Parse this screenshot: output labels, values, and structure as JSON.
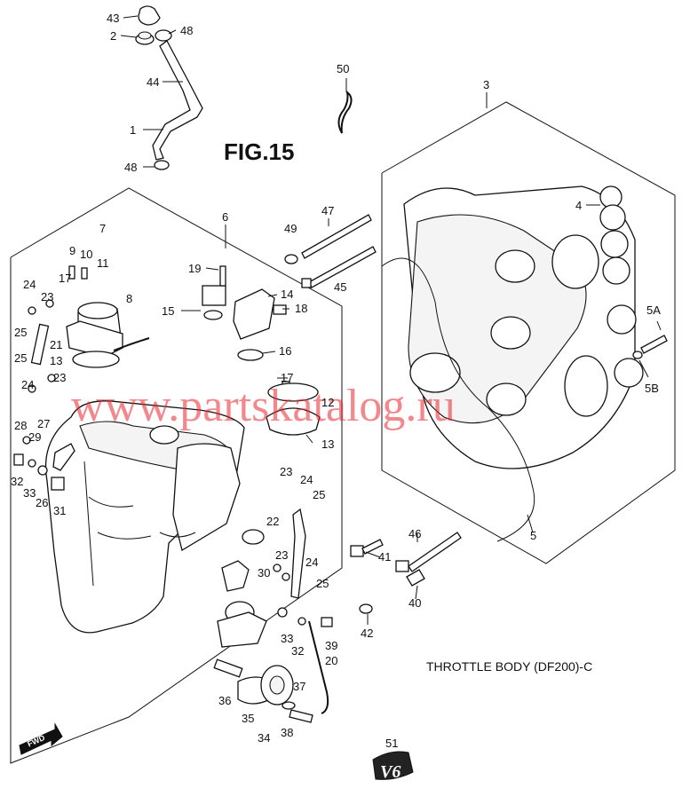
{
  "figure": {
    "title": "FIG.15",
    "caption": "THROTTLE BODY (DF200)-C",
    "watermark": "www.partskatalog.ru",
    "fwd_label": "FWD",
    "badge_label": "V6"
  },
  "callouts": {
    "c1": "1",
    "c2": "2",
    "c3": "3",
    "c4": "4",
    "c5": "5",
    "c5a": "5A",
    "c5b": "5B",
    "c6": "6",
    "c7": "7",
    "c8": "8",
    "c9": "9",
    "c10": "10",
    "c11": "11",
    "c12": "12",
    "c13a": "13",
    "c13b": "13",
    "c14": "14",
    "c15": "15",
    "c16": "16",
    "c17a": "17",
    "c17b": "17",
    "c18": "18",
    "c19": "19",
    "c20": "20",
    "c21": "21",
    "c22": "22",
    "c23a": "23",
    "c23b": "23",
    "c23c": "23",
    "c23d": "23",
    "c24a": "24",
    "c24b": "24",
    "c24c": "24",
    "c24d": "24",
    "c25a": "25",
    "c25b": "25",
    "c25c": "25",
    "c25d": "25",
    "c26": "26",
    "c27": "27",
    "c28": "28",
    "c29": "29",
    "c30": "30",
    "c31": "31",
    "c32a": "32",
    "c32b": "32",
    "c33a": "33",
    "c33b": "33",
    "c34": "34",
    "c35": "35",
    "c36": "36",
    "c37": "37",
    "c38": "38",
    "c39": "39",
    "c40": "40",
    "c41": "41",
    "c42": "42",
    "c43": "43",
    "c44": "44",
    "c45": "45",
    "c46": "46",
    "c47": "47",
    "c48a": "48",
    "c48b": "48",
    "c49": "49",
    "c50": "50",
    "c51": "51"
  },
  "colors": {
    "line": "#111111",
    "watermark": "#e8262b",
    "background": "#ffffff"
  }
}
